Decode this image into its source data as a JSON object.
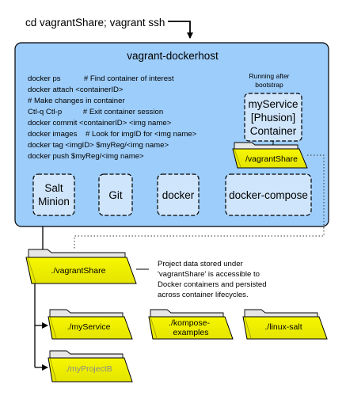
{
  "top_command": "cd vagrantShare; vagrant ssh",
  "host": {
    "title": "vagrant-dockerhost",
    "commands": [
      "docker ps           # Find container of interest",
      "docker attach <containerID>",
      "# Make changes in container",
      "Ctl-q Ctl-p          # Exit container session",
      "docker commit <containerID> <img name>",
      "docker images    # Look for imgID for <img name>",
      "docker tag <imgID> $myReg/<img name>",
      "docker push $myReg/<img name>"
    ],
    "running_label": [
      "Running after",
      "bootstrap"
    ],
    "service": [
      "myService",
      "[Phusion]",
      "Container"
    ],
    "share_folder": "/vagrantShare",
    "components": [
      [
        "Salt",
        "Minion"
      ],
      [
        "Git"
      ],
      [
        "docker"
      ],
      [
        "docker-compose"
      ]
    ]
  },
  "host_share_folder": "./vagrantShare",
  "share_note": [
    "Project data stored under",
    "'vagrantShare' is accessible to",
    "Docker containers and persisted",
    "across container lifecycles."
  ],
  "subfolders": [
    {
      "label": "./myService",
      "muted": false
    },
    {
      "label": [
        "./kompose-",
        "examples"
      ],
      "muted": false
    },
    {
      "label": "./linux-salt",
      "muted": false
    },
    {
      "label": "./myProjectB",
      "muted": true
    }
  ],
  "colors": {
    "host_fill": "#9dcdfa",
    "component_fill": "#cfe5fb",
    "folder_fill": "#f2f200",
    "folder_tab": "#e6e6e6"
  }
}
